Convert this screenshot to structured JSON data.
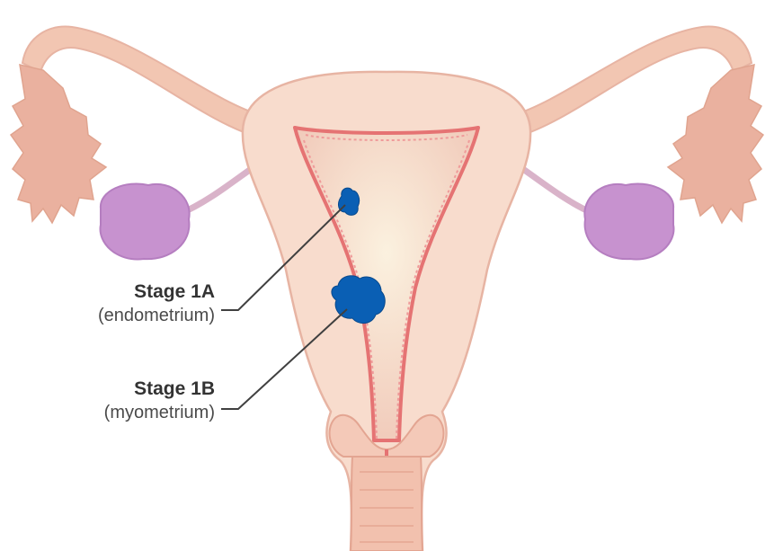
{
  "labels": [
    {
      "stage": "Stage 1A",
      "layer": "(endometrium)"
    },
    {
      "stage": "Stage 1B",
      "layer": "(myometrium)"
    }
  ],
  "colors": {
    "uterus_wall": "#f8dccd",
    "outline": "#e7b4a3",
    "endometrium_line": "#e57373",
    "fallopian_tube": "#f2c6b2",
    "fimbriae": "#eab19f",
    "ovary": "#c792cf",
    "tumor": "#0a5fb4",
    "leader_line": "#404040"
  },
  "icons": [
    "uterus-illustration",
    "tumor-blob"
  ]
}
